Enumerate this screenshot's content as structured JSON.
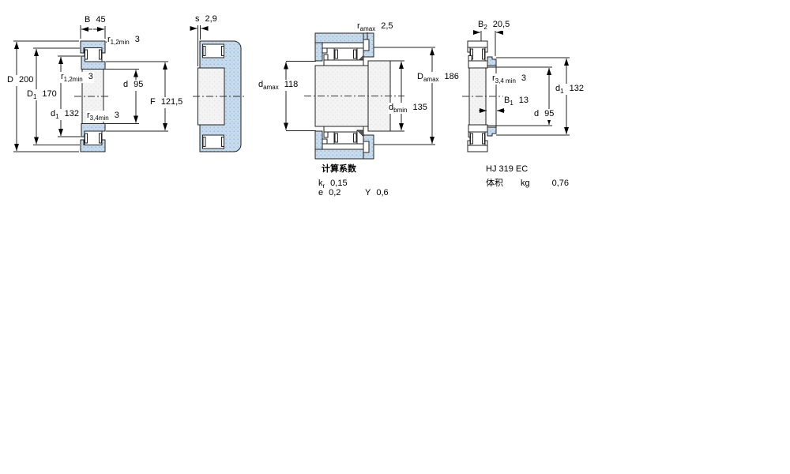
{
  "drawing": {
    "labels": [
      {
        "sym": "B",
        "sub": "",
        "val": "45"
      },
      {
        "sym": "r",
        "sub": "1,2min",
        "val": "3"
      },
      {
        "sym": "D",
        "sub": "",
        "val": "200"
      },
      {
        "sym": "D",
        "sub": "1",
        "val": "170"
      },
      {
        "sym": "r",
        "sub": "1,2min",
        "val": "3"
      },
      {
        "sym": "d",
        "sub": "",
        "val": "95"
      },
      {
        "sym": "d",
        "sub": "1",
        "val": "132"
      },
      {
        "sym": "r",
        "sub": "3,4min",
        "val": "3"
      },
      {
        "sym": "F",
        "sub": "",
        "val": "121,5"
      },
      {
        "sym": "s",
        "sub": "",
        "val": "2,9"
      },
      {
        "sym": "r",
        "sub": "amax",
        "val": "2,5"
      },
      {
        "sym": "d",
        "sub": "amax",
        "val": "118"
      },
      {
        "sym": "D",
        "sub": "amax",
        "val": "186"
      },
      {
        "sym": "d",
        "sub": "bmin",
        "val": "135"
      },
      {
        "sym": "B",
        "sub": "2",
        "val": "20,5"
      },
      {
        "sym": "r",
        "sub": "3,4 min",
        "val": "3"
      },
      {
        "sym": "B",
        "sub": "1",
        "val": "13"
      },
      {
        "sym": "d",
        "sub": "",
        "val": "95"
      },
      {
        "sym": "d",
        "sub": "1",
        "val": "132"
      }
    ],
    "calc": {
      "heading": "计算系数",
      "kr": {
        "sym": "k",
        "sub": "r",
        "val": "0,15"
      },
      "e": {
        "sym": "e",
        "sub": "",
        "val": "0,2"
      },
      "y": {
        "sym": "Y",
        "sub": "",
        "val": "0,6"
      }
    },
    "product": {
      "name": "HJ 319 EC",
      "weight_label": "体积",
      "weight_unit": "kg",
      "weight_value": "0,76"
    },
    "colors": {
      "ring_fill": "#c8dcee",
      "ring_dot": "#9dbfdc",
      "bore_fill": "#f3f3f3",
      "line": "#222222"
    }
  }
}
